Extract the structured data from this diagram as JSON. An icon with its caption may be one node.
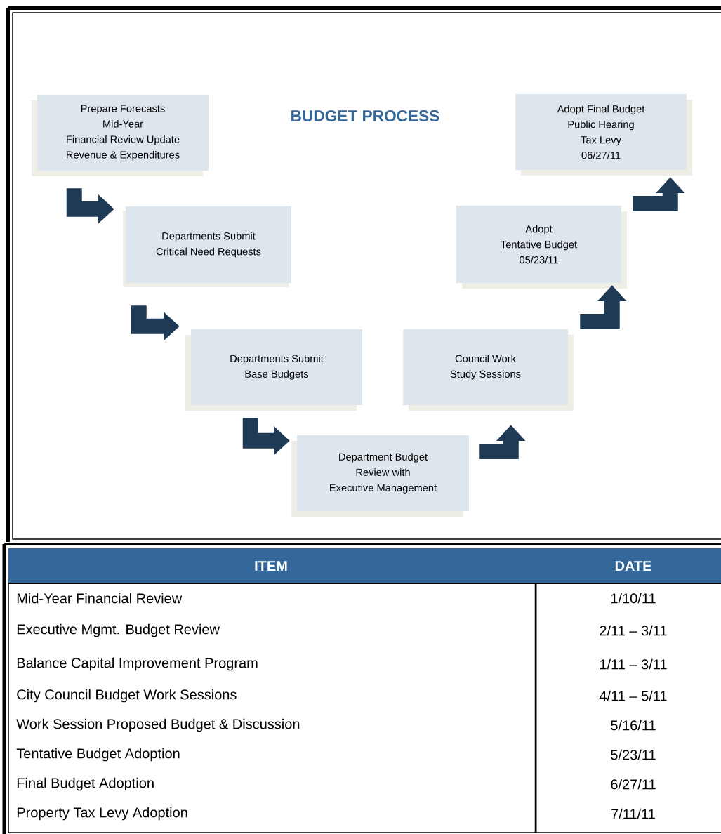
{
  "diagram": {
    "title": "BUDGET PROCESS",
    "nodes": [
      {
        "text": [
          "Prepare Forecasts",
          "Mid-Year",
          "Financial Review Update",
          "Revenue & Expenditures"
        ]
      },
      {
        "text": [
          "Departments Submit",
          "Critical Need Requests"
        ]
      },
      {
        "text": [
          "Departments Submit",
          "Base Budgets"
        ]
      },
      {
        "text": [
          "Department Budget",
          "Review with",
          "Executive Management"
        ]
      },
      {
        "text": [
          "Council Work",
          "Study Sessions"
        ]
      },
      {
        "text": [
          "Adopt",
          "Tentative Budget",
          "05/23/11"
        ]
      },
      {
        "text": [
          "Adopt Final Budget",
          "Public Hearing",
          "Tax Levy",
          "06/27/11"
        ]
      }
    ],
    "edges": [
      {
        "from": 0,
        "to": 1,
        "arrow": "to"
      },
      {
        "from": 1,
        "to": 2,
        "arrow": "to"
      },
      {
        "from": 2,
        "to": 3,
        "arrow": "to"
      },
      {
        "from": 3,
        "to": 4,
        "arrow": "to"
      },
      {
        "from": 4,
        "to": 5,
        "arrow": "to"
      },
      {
        "from": 5,
        "to": 6,
        "arrow": "to"
      }
    ],
    "labels": [
      "ITEM",
      "DATE",
      "Mid-Year Financial Review",
      "1/10/11",
      "Executive Mgmt. Budget Review",
      "2/11 – 3/11",
      "Balance Capital Improvement Program",
      "1/11 – 3/11",
      "City Council Budget Work Sessions",
      "4/11 – 5/11",
      "Work Session Proposed Budget & Discussion",
      "5/16/11",
      "Tentative Budget Adoption",
      "5/23/11",
      "Final Budget Adoption",
      "6/27/11",
      "Property Tax Levy Adoption",
      "7/11/11"
    ]
  }
}
